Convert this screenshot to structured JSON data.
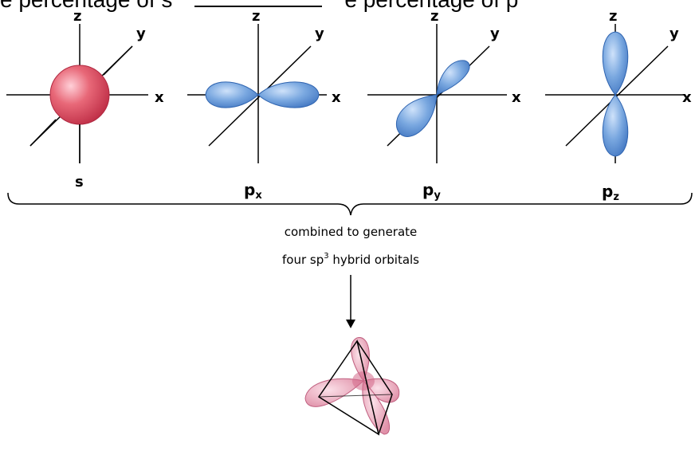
{
  "header_fragment": {
    "left": "e percentage of s",
    "right": "e percentage of p"
  },
  "orbitals": [
    {
      "name": "s",
      "sub": ""
    },
    {
      "name": "p",
      "sub": "x"
    },
    {
      "name": "p",
      "sub": "y"
    },
    {
      "name": "p",
      "sub": "z"
    }
  ],
  "axes": {
    "z": "z",
    "y": "y",
    "x": "x"
  },
  "caption": {
    "line1": "combined to generate",
    "line2_prefix": "four sp",
    "line2_sup": "3",
    "line2_suffix": " hybrid orbitals"
  },
  "colors": {
    "s_orbital": "#e05060",
    "p_orbital": "#5a8fd0",
    "hybrid": "#e8a0b0",
    "axis": "#000000"
  }
}
